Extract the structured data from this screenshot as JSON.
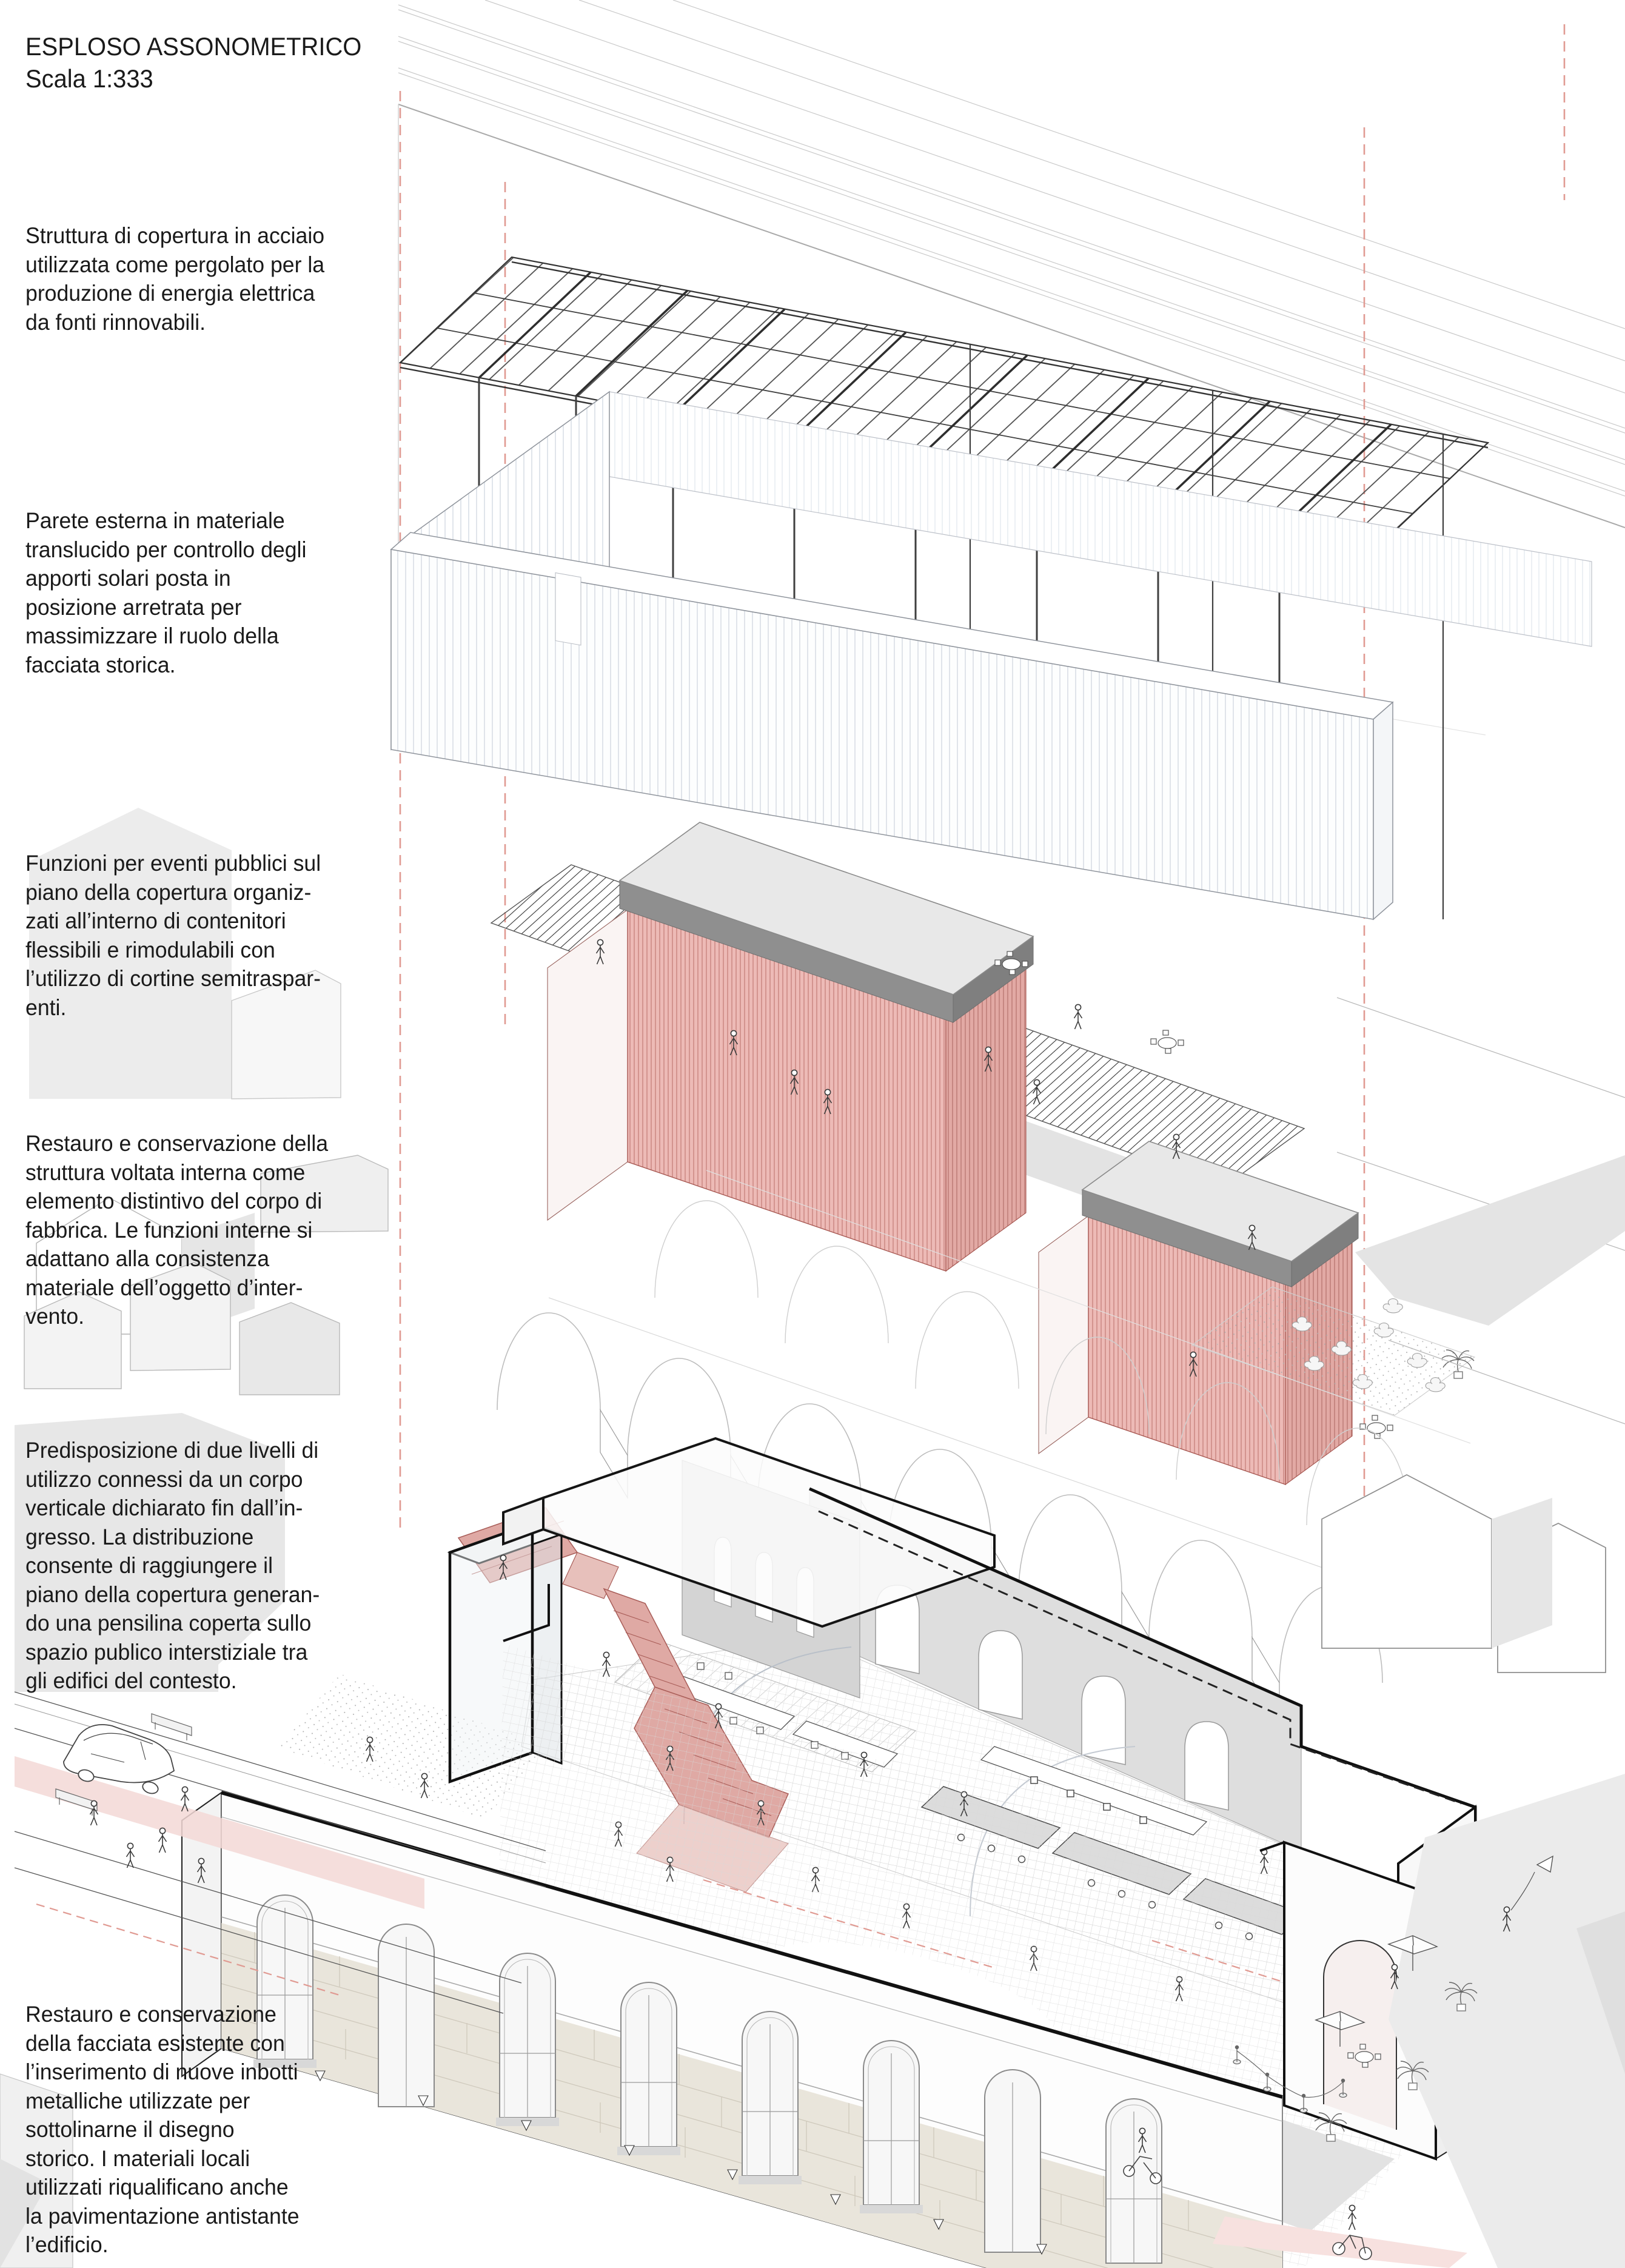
{
  "title": {
    "line1": "ESPLOSO ASSONOMETRICO",
    "line2": "Scala 1:333"
  },
  "annotations": [
    {
      "id": "roof-structure",
      "text": "Struttura di copertura in acciaio\nutilizzata come pergolato per la\nproduzione di energia elettrica\nda fonti rinnovabili."
    },
    {
      "id": "translucent-wall",
      "text": "Parete esterna in materiale\ntranslucido per controllo degli\napporti solari posta in\nposizione arretrata per\nmassimizzare il ruolo della\nfacciata storica."
    },
    {
      "id": "roof-events",
      "text": "Funzioni per eventi pubblici sul\npiano della copertura organiz-\nzati all’interno di contenitori\nflessibili e rimodulabili con\nl’utilizzo di cortine semitraspar-\nenti."
    },
    {
      "id": "vaulted-structure",
      "text": "Restauro e conservazione della\nstruttura voltata interna come\nelemento distintivo del corpo di\nfabbrica. Le funzioni interne si\nadattano alla consistenza\nmateriale dell’oggetto d’inter-\nvento."
    },
    {
      "id": "two-levels",
      "text": "Predisposizione di due livelli di\nutilizzo connessi da un corpo\nverticale dichiarato fin dall’in-\ngresso. La distribuzione\nconsente di raggiungere il\npiano della copertura generan-\ndo una pensilina coperta sullo\nspazio publico interstiziale tra\ngli edifici del contesto."
    },
    {
      "id": "facade-restoration",
      "text": "Restauro e conservazione\ndella facciata esistente con\nl’inserimento di nuove inbotti\nmetalliche utilizzate per\nsottolinarne il disegno\nstorico. I materiali locali\nutilizzati riqualificano anche\nla pavimentazione antistante\nl’edificio."
    }
  ],
  "drawing": {
    "type": "exploded-axonometric-architecture",
    "layers": [
      "context-roof",
      "steel-pergola",
      "translucent-wall",
      "roof-terrace-event-boxes",
      "vaulted-structure",
      "interior-levels",
      "historic-facade",
      "street-context"
    ]
  },
  "colors": {
    "accent_red": "#b0574f",
    "pink_fill": "#edbab6",
    "pink_light": "#f3d8d6",
    "dashed_red": "#e09a92",
    "steel_dark": "#3f3f3f",
    "line_gray": "#9a9a9a",
    "context_gray": "#e9e9e9",
    "stone_beige": "#e9e5db",
    "slab_gray": "#8e8e8e",
    "text_black": "#1a1a1a"
  }
}
